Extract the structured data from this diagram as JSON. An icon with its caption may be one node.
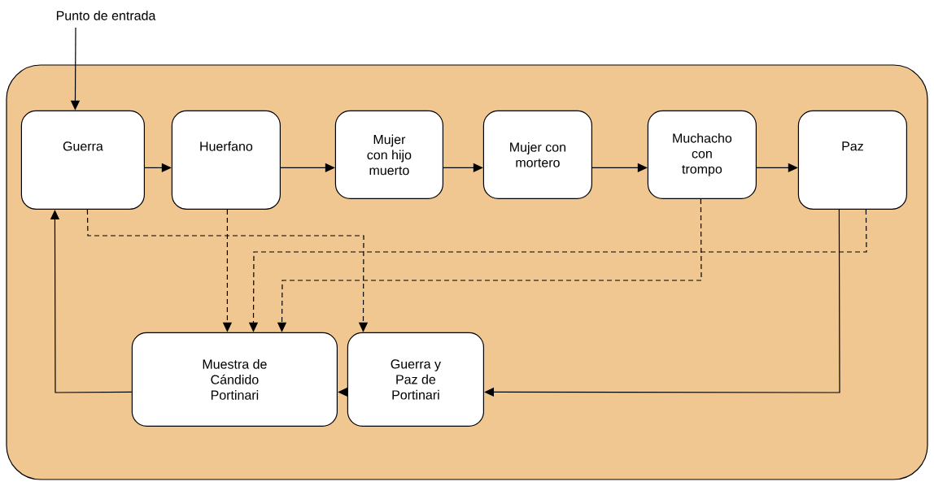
{
  "diagram": {
    "nodes": [
      {
        "text": [
          "Punto de entrada"
        ]
      },
      {
        "text": [],
        "shape": "box"
      },
      {
        "text": [
          "Guerra"
        ],
        "in": 1
      },
      {
        "text": [
          "Huerfano"
        ],
        "in": 1
      },
      {
        "text": [
          "Mujer con hijo muerto"
        ],
        "in": 1
      },
      {
        "text": [
          "Mujer con mortero"
        ],
        "in": 1
      },
      {
        "text": [
          "Muchacho con trompo"
        ],
        "in": 1
      },
      {
        "text": [
          "Paz"
        ],
        "in": 1
      },
      {
        "text": [
          "Muestra de Cándido Portinari"
        ],
        "in": 1
      },
      {
        "text": [
          "Guerra y Paz de Portinari"
        ],
        "in": 1
      }
    ],
    "edges": [
      {
        "from": 0,
        "to": 2,
        "arrow": "to"
      },
      {
        "from": 2,
        "to": 3,
        "arrow": "to"
      },
      {
        "from": 3,
        "to": 4,
        "arrow": "to"
      },
      {
        "from": 4,
        "to": 5,
        "arrow": "to"
      },
      {
        "from": 5,
        "to": 6,
        "arrow": "to"
      },
      {
        "from": 6,
        "to": 7,
        "arrow": "to"
      },
      {
        "from": 7,
        "to": 9,
        "arrow": "to"
      },
      {
        "from": 9,
        "to": 8,
        "arrow": "to"
      },
      {
        "from": 8,
        "to": 2,
        "arrow": "to"
      },
      {
        "from": 2,
        "to": 9,
        "arrow": "to",
        "style": "dashed"
      },
      {
        "from": 3,
        "to": 8,
        "arrow": "to",
        "style": "dashed"
      },
      {
        "from": 7,
        "to": 8,
        "arrow": "to",
        "style": "dashed"
      },
      {
        "from": 6,
        "to": 8,
        "arrow": "to",
        "style": "dashed"
      }
    ]
  }
}
